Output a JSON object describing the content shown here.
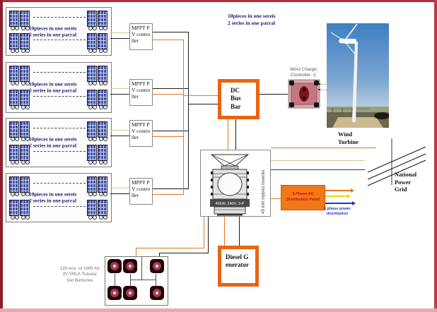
{
  "top_note": {
    "line1": "10pieces in one sereis",
    "line2": "2 series in one parral"
  },
  "pv_blocks": [
    {
      "note_line1": "10pieces in one sereis",
      "note_line2": "2 series in one parral"
    },
    {
      "note_line1": "10pieces in one sereis",
      "note_line2": "2 series in one parral"
    },
    {
      "note_line1": "10pieces in one sereis",
      "note_line2": "2 series in one parral"
    },
    {
      "note_line1": "10pieces in one sereis",
      "note_line2": "2 series in one parral"
    }
  ],
  "mppt_controllers": [
    {
      "label": "MPPT PV controller"
    },
    {
      "label": "MPPT PV controller"
    },
    {
      "label": "MPPT PV controller"
    },
    {
      "label": "MPPT PV controller"
    }
  ],
  "dc_bus_bar": {
    "label": "DC Bus Bar"
  },
  "wind_charge_controller": {
    "label_line1": "Wind Charge",
    "label_line2": "Controller -1"
  },
  "wind_turbine": {
    "label": "Wind Turbine"
  },
  "inverter": {
    "side_label": "45 kW Hybrid Inverter",
    "plate": "45kW, 240V, 3-P"
  },
  "national_grid": {
    "label": "National Power Grid"
  },
  "ac_panel": {
    "label_line1": "3-Phase AC",
    "label_line2": "Distribution Panel"
  },
  "distribution_note": {
    "line1": "3 phase power",
    "line2": "distribution"
  },
  "diesel_generator": {
    "label": "Diesel Generator"
  },
  "battery_bank": {
    "note_line1": "120 nos. of 1000 Ah",
    "note_line2": "2V VRLA Tubular",
    "note_line3": "Gel Batteries"
  },
  "colors": {
    "accent_orange": "#e8650f",
    "panel_orange": "#f07818",
    "ac_panel_text_red": "#cc1100",
    "distribution_blue": "#2236cc",
    "note_navy": "#1b1b70",
    "wire_black": "#1a1a1a",
    "wire_orange": "#e07820",
    "wire_tan": "#d9c49a",
    "wire_navy": "#26367a"
  }
}
